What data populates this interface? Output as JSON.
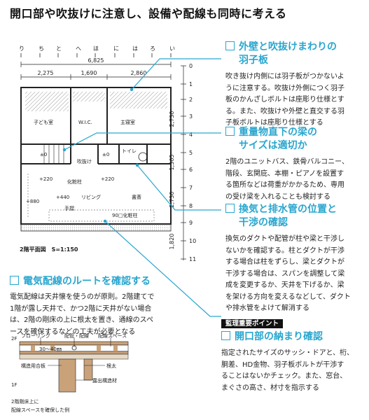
{
  "title": "開口部や吹抜けに注意し、設備や配線も同時に考える",
  "floor_plan": {
    "axis_labels": [
      "り",
      "ち",
      "と",
      "へ",
      "ほ",
      "に",
      "は",
      "ろ",
      "い"
    ],
    "overall_width": "6,825",
    "widths": [
      "2,275",
      "1,690",
      "2,860"
    ],
    "heights": [
      "2,730",
      "1,365",
      "2,730",
      "1,820"
    ],
    "levels": [
      "0",
      "1",
      "2",
      "3",
      "4",
      "5",
      "6",
      "7",
      "8",
      "9",
      "10",
      "11"
    ],
    "rooms": {
      "kids": "子ども室",
      "wic": "W.I.C.",
      "master": "主寝室",
      "stair_level_l": "±0",
      "stair_level_r": "±0",
      "void": "吹抜け",
      "toilet": "トイレ",
      "vanity": "化粧柱",
      "level_220a": "+220",
      "level_220b": "+220",
      "level_880": "+880",
      "level_440": "+440",
      "living": "リビング",
      "study": "書斎",
      "handrail": "手摺",
      "vanity90": "90□化粧柱"
    },
    "caption": "2階平面図　S=1:150"
  },
  "callouts": [
    {
      "title_lines": [
        "外壁と吹抜けまわりの",
        "羽子板"
      ],
      "body": [
        "吹き抜け内側には羽子板がつかないよ",
        "うに注意する。吹抜け外側につく羽子",
        "板のかんざしボルトは座彫り仕様とす",
        "る。また、吹抜けや外壁と直交する羽",
        "子板ボルトは座彫り仕様とする"
      ]
    },
    {
      "title_lines": [
        "重量物直下の梁の",
        "サイズは適切か"
      ],
      "body": [
        "2階のユニットバス、鉄骨バルコニー、",
        "階段、玄関庇、本棚・ピアノを設置す",
        "る箇所などは荷重がかかるため、専用",
        "の受け梁を入れることも検討する"
      ]
    },
    {
      "title_lines": [
        "換気と排水管の位置と",
        "干渉の確認"
      ],
      "body": [
        "換気のダクトや配管が柱や梁と干渉し",
        "ないかを確認する。柱とダクトが干渉",
        "する場合は柱をずらし、梁とダクトが",
        "干渉する場合は、スパンを調整して梁",
        "成を変更するか、天井を下げるか、梁",
        "を架ける方向を変えるなどして、ダクト",
        "や排水管をよけて解消する"
      ]
    }
  ],
  "wiring": {
    "title": "電気配線のルートを確認する",
    "body": [
      "電気配線は天井懐を使うのが原則。2階建てで",
      "1階が露し天井で、かつ2階に天井がない場合",
      "は、2階の剛床の上に根太を置き、通線のスペ",
      "ースを確保するなどの工夫が必要となる"
    ],
    "diagram": {
      "floor2": "2F",
      "flooring": "フローリング",
      "pipes": "配管・配線",
      "space": "配線スペース",
      "dim": "30～40㎜",
      "plywood": "構造用合板",
      "joist": "根太",
      "floor1": "1F",
      "beam": "露出構造材",
      "caption_lines": [
        "2階剛床上に",
        "配線スペースを確保した例"
      ]
    }
  },
  "key_point": {
    "tag": "監理重要ポイント",
    "title": "開口部の納まり確認",
    "body": [
      "指定されたサイズのサッシ・ドアと、桁、",
      "胴差、HD金物、羽子板ボルトが干渉す",
      "ることはないかチェック。また、窓台、",
      "まぐさの高さ、材寸を指示する"
    ]
  },
  "colors": {
    "accent": "#29a6cf",
    "hatch": "#c9c9c9",
    "wood": "#c9a27a",
    "text": "#222222"
  }
}
